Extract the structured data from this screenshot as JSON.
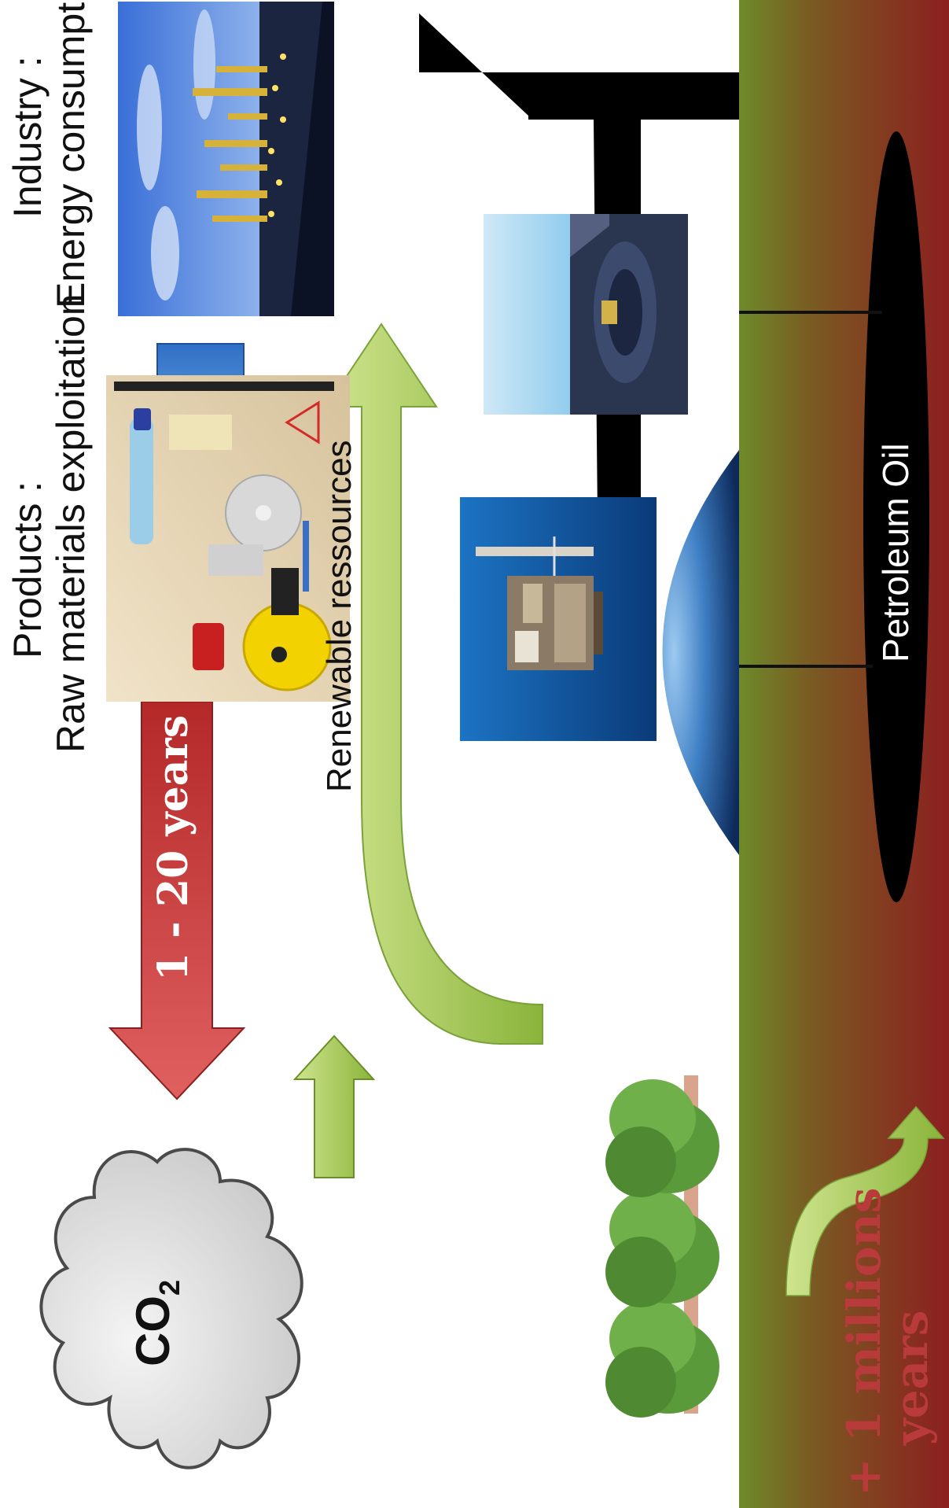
{
  "labels": {
    "co2_main": "CO",
    "co2_sub": "2",
    "products_line1": "Products :",
    "products_line2": "Raw materials exploitation",
    "industry_line1": "Industry :",
    "industry_line2": "Energy consumption",
    "renewable": "Renewable ressources",
    "one_to_twenty_years": "1 - 20 years",
    "petroleum_oil": "Petroleum Oil",
    "millions_line1": "+ 1 millions",
    "millions_line2": "years"
  },
  "colors": {
    "green_arrow": "#9bc34a",
    "red_arrow": "#c0392b",
    "blue_arrow": "#3d7fcf",
    "black_arrow": "#000000",
    "soil_top": "#6e8a2a",
    "soil_bottom": "#8c1f1f",
    "gas_dome": "#2f6fb3",
    "millions_text": "#b93a3a"
  },
  "icons": {
    "cloud": "co2-cloud-icon",
    "tree": "tree-icon",
    "refinery": "refinery-photo",
    "plastics": "plastic-products-photo",
    "offshore": "offshore-platform-photo",
    "mine": "open-pit-mine-photo"
  }
}
